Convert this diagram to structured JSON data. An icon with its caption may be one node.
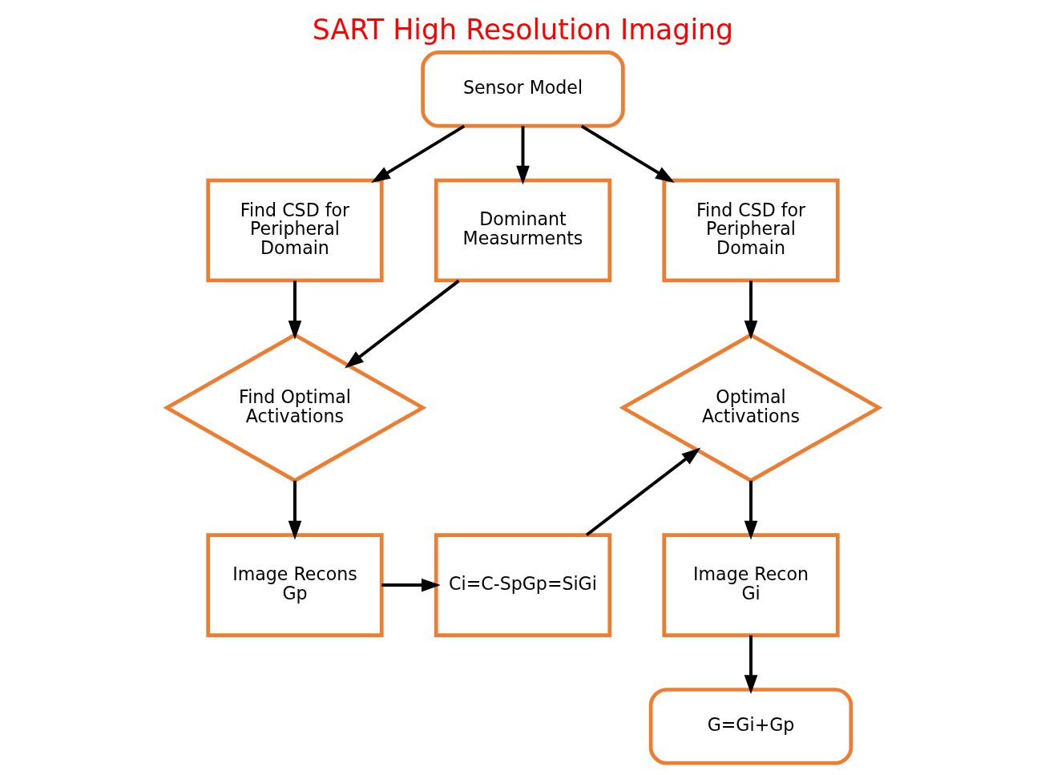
{
  "diagram": {
    "title": "SART High Resolution Imaging",
    "nodes": [
      {
        "text": [
          "Sensor Model"
        ]
      },
      {
        "text": [
          "Find CSD for Peripheral Domain"
        ]
      },
      {
        "text": [
          "Dominant Measurments"
        ]
      },
      {
        "text": [
          "Find CSD for Peripheral Domain"
        ]
      },
      {
        "text": [
          "Find Optimal Activations"
        ]
      },
      {
        "text": [
          "Optimal Activations"
        ]
      },
      {
        "text": [
          "Image Recons Gp"
        ]
      },
      {
        "text": [
          "Ci=C-SpGp=SiGi"
        ]
      },
      {
        "text": [
          "Image Recon Gi"
        ]
      },
      {
        "text": [
          "G=Gi+Gp"
        ]
      }
    ],
    "edges": [
      {
        "from": 0,
        "to": 1,
        "arrow": "to"
      },
      {
        "from": 0,
        "to": 2,
        "arrow": "to"
      },
      {
        "from": 0,
        "to": 3,
        "arrow": "to"
      },
      {
        "from": 1,
        "to": 4,
        "arrow": "to"
      },
      {
        "from": 2,
        "to": 4,
        "arrow": "to"
      },
      {
        "from": 3,
        "to": 5,
        "arrow": "to"
      },
      {
        "from": 4,
        "to": 6,
        "arrow": "to"
      },
      {
        "from": 6,
        "to": 7,
        "arrow": "to"
      },
      {
        "from": 7,
        "to": 5,
        "arrow": "to"
      },
      {
        "from": 5,
        "to": 8,
        "arrow": "to"
      },
      {
        "from": 8,
        "to": 9,
        "arrow": "to"
      }
    ]
  }
}
